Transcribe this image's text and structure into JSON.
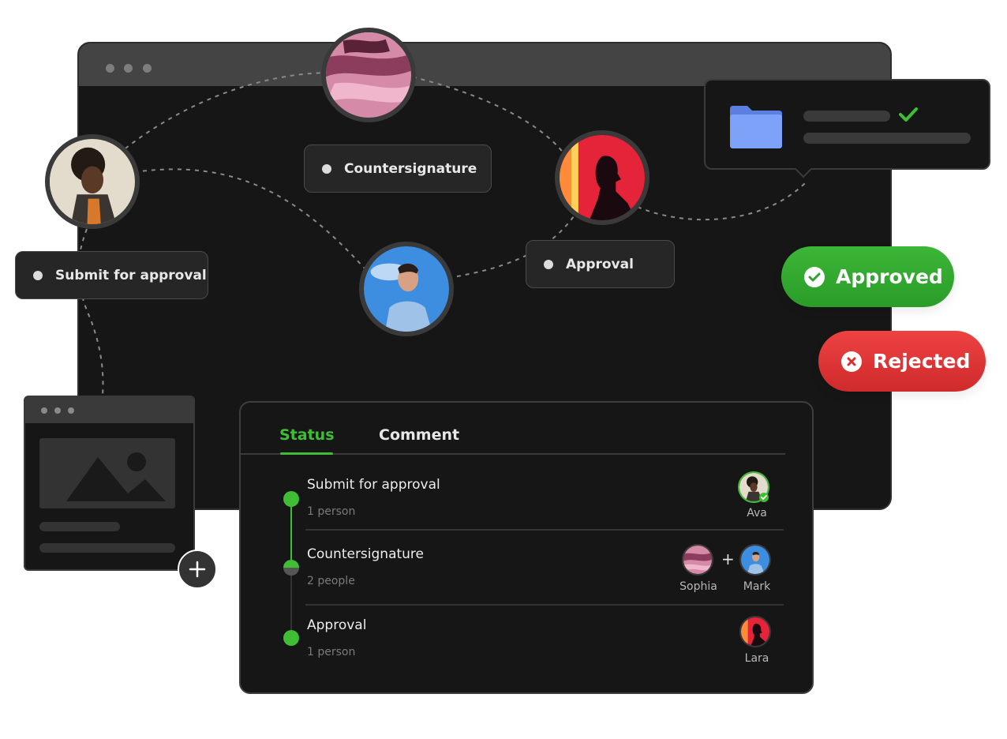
{
  "nodes": {
    "submit": "Submit for approval",
    "countersignature": "Countersignature",
    "approval": "Approval"
  },
  "status_pills": {
    "approved": "Approved",
    "rejected": "Rejected",
    "approved_color": "#34ae31",
    "rejected_color": "#e03535"
  },
  "panel": {
    "tabs": [
      {
        "label": "Status",
        "active": true
      },
      {
        "label": "Comment",
        "active": false
      }
    ],
    "rows": [
      {
        "title": "Submit for approval",
        "subtitle": "1 person",
        "people": [
          "Ava"
        ]
      },
      {
        "title": "Countersignature",
        "subtitle": "2 people",
        "people": [
          "Sophia",
          "Mark"
        ],
        "joiner": "+"
      },
      {
        "title": "Approval",
        "subtitle": "1 person",
        "people": [
          "Lara"
        ]
      }
    ]
  },
  "colors": {
    "accent_green": "#3fbd35",
    "window_bg": "#161616",
    "folder_blue": "#6f95f3"
  },
  "icons": [
    "folder-icon",
    "check-icon",
    "check-circle-icon",
    "x-circle-icon",
    "plus-icon",
    "image-placeholder-icon"
  ]
}
